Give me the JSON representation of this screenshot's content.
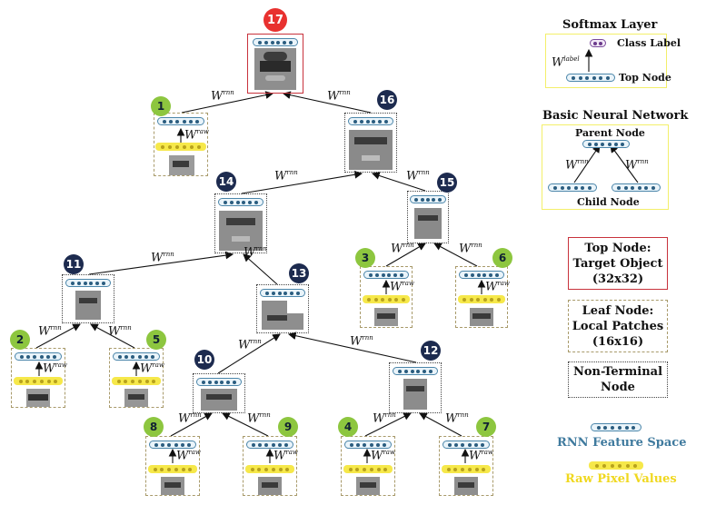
{
  "weights": {
    "rnn": "W",
    "rnn_sup": "rnn",
    "raw_sup": "raw",
    "label_sup": "label"
  },
  "nodes": {
    "n17": "17",
    "n1": "1",
    "n16": "16",
    "n14": "14",
    "n15": "15",
    "n11": "11",
    "n13": "13",
    "n3": "3",
    "n6": "6",
    "n2": "2",
    "n5": "5",
    "n10": "10",
    "n12": "12",
    "n8": "8",
    "n9": "9",
    "n4": "4",
    "n7": "7"
  },
  "legend": {
    "softmax_title": "Softmax Layer",
    "class_label": "Class Label",
    "top_node": "Top Node",
    "basic_nn_title": "Basic Neural Network",
    "parent_node": "Parent Node",
    "child_node": "Child Node",
    "top_node_box": [
      "Top Node:",
      "Target Object",
      "(32x32)"
    ],
    "leaf_node_box": [
      "Leaf Node:",
      "Local Patches",
      "(16x16)"
    ],
    "nonterminal_box": [
      "Non-Terminal",
      "Node"
    ],
    "rnn_feature_space": "RNN Feature Space",
    "raw_pixel_values": "Raw Pixel Values"
  },
  "colors": {
    "top_border": "#c8323c",
    "leaf_badge": "#8dc63f",
    "nonterminal_badge": "#1d2b4f",
    "top_badge": "#e8312f",
    "feature_blue": "#4b86aa",
    "raw_yellow": "#f6e84a",
    "legend_box_yellow": "#f3ef6a"
  }
}
